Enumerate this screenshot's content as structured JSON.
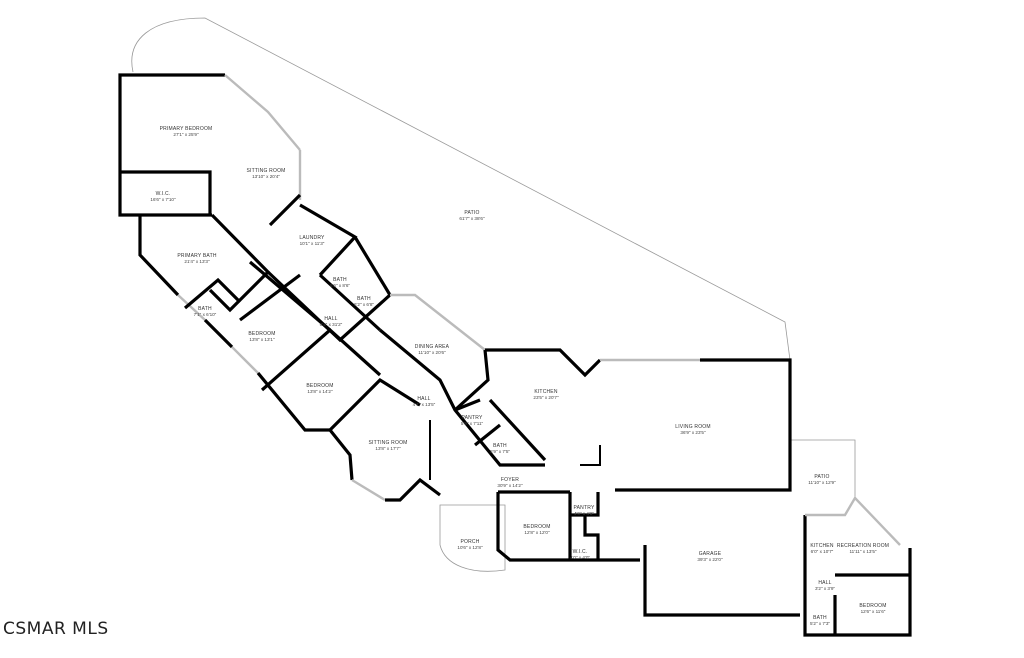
{
  "logo": "CSMAR MLS",
  "rooms": [
    {
      "name": "PRIMARY BEDROOM",
      "dims": "27'1\" x 25'9\""
    },
    {
      "name": "SITTING ROOM",
      "dims": "13'10\" x 20'4\""
    },
    {
      "name": "W.I.C.",
      "dims": "16'6\" x 7'10\""
    },
    {
      "name": "LAUNDRY",
      "dims": "10'1\" x 11'3\""
    },
    {
      "name": "PRIMARY BATH",
      "dims": "21'4\" x 13'3\""
    },
    {
      "name": "BATH",
      "dims": "8'6\" x 8'6\""
    },
    {
      "name": "BATH",
      "dims": "6'2\" x 6'8\""
    },
    {
      "name": "BATH",
      "dims": "7'1\" x 6'10\""
    },
    {
      "name": "HALL",
      "dims": "6'4\" x 31'2\""
    },
    {
      "name": "BEDROOM",
      "dims": "13'8\" x 13'1\""
    },
    {
      "name": "DINING AREA",
      "dims": "11'10\" x 20'6\""
    },
    {
      "name": "BEDROOM",
      "dims": "13'8\" x 14'2\""
    },
    {
      "name": "HALL",
      "dims": "4'1\" x 13'5\""
    },
    {
      "name": "KITCHEN",
      "dims": "23'5\" x 20'7\""
    },
    {
      "name": "PANTRY",
      "dims": "5'9\" x 7'11\""
    },
    {
      "name": "BATH",
      "dims": "5'9\" x 7'5\""
    },
    {
      "name": "SITTING ROOM",
      "dims": "13'8\" x 17'7\""
    },
    {
      "name": "LIVING ROOM",
      "dims": "36'9\" x 23'5\""
    },
    {
      "name": "PATIO",
      "dims": "61'7\" x 38'6\""
    },
    {
      "name": "PATIO",
      "dims": "11'10\" x 12'9\""
    },
    {
      "name": "FOYER",
      "dims": "30'9\" x 14'2\""
    },
    {
      "name": "PANTRY",
      "dims": "4'0\" x 4'8\""
    },
    {
      "name": "BEDROOM",
      "dims": "12'8\" x 12'0\""
    },
    {
      "name": "W.I.C.",
      "dims": "4'0\" x 4'0\""
    },
    {
      "name": "PORCH",
      "dims": "10'6\" x 12'8\""
    },
    {
      "name": "GARAGE",
      "dims": "39'3\" x 22'0\""
    },
    {
      "name": "KITCHEN",
      "dims": "6'0\" x 10'7\""
    },
    {
      "name": "RECREATION ROOM",
      "dims": "11'11\" x 13'5\""
    },
    {
      "name": "HALL",
      "dims": "3'2\" x 3'9\""
    },
    {
      "name": "BATH",
      "dims": "5'2\" x 7'3\""
    },
    {
      "name": "BEDROOM",
      "dims": "12'6\" x 11'6\""
    }
  ]
}
